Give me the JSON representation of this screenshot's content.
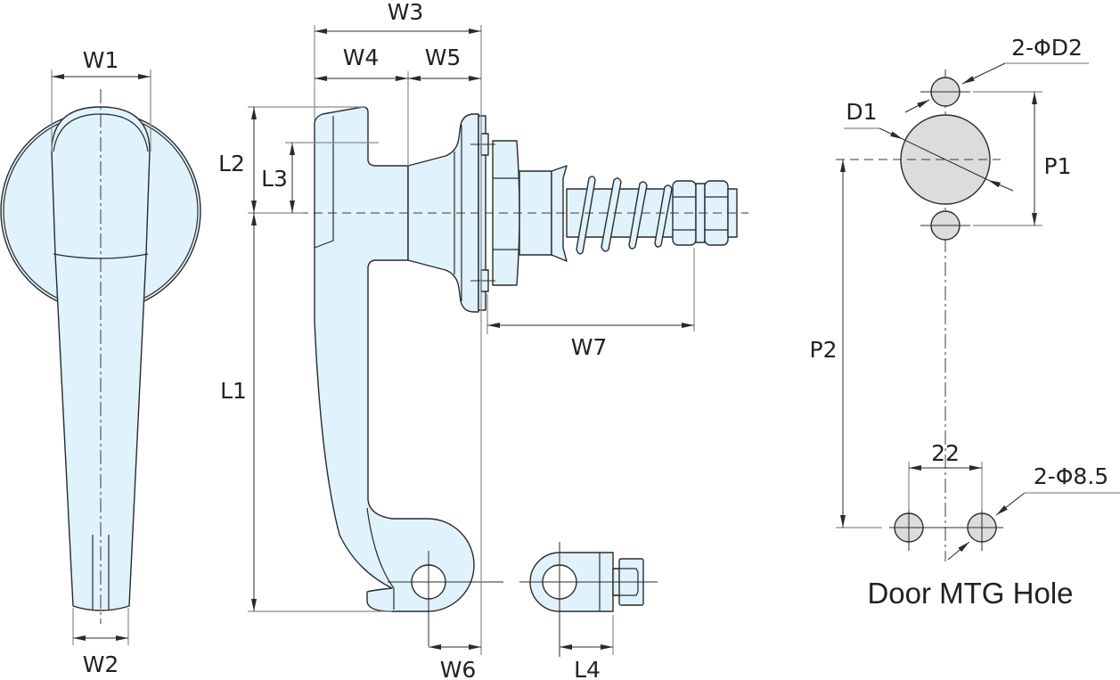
{
  "drawing": {
    "type": "technical-drawing",
    "subject": "Lever handle with spring latch",
    "colors": {
      "part_fill": "#e0f2fc",
      "hole_fill": "#dcdcdc",
      "line": "#2b2b2b",
      "extension_line": "#8a8a8a"
    }
  },
  "front_view": {
    "dimensions": {
      "width_top": "W1",
      "width_bottom": "W2"
    }
  },
  "side_view": {
    "dimensions": {
      "overall_width": "W3",
      "handle_width": "W4",
      "neck_width": "W5",
      "cam_offset": "W6",
      "shaft_length": "W7",
      "overall_length": "L1",
      "top_length": "L2",
      "head_length": "L3"
    }
  },
  "cam_view": {
    "dimensions": {
      "cam_length": "L4"
    }
  },
  "mounting_hole": {
    "title": "Door MTG Hole",
    "dimensions": {
      "main_hole": "D1",
      "small_holes": "2-ΦD2",
      "small_hole_pitch": "P1",
      "lower_hole_pitch": "P2",
      "lower_hole_spacing": "22",
      "lower_holes": "2-Φ8.5"
    }
  }
}
